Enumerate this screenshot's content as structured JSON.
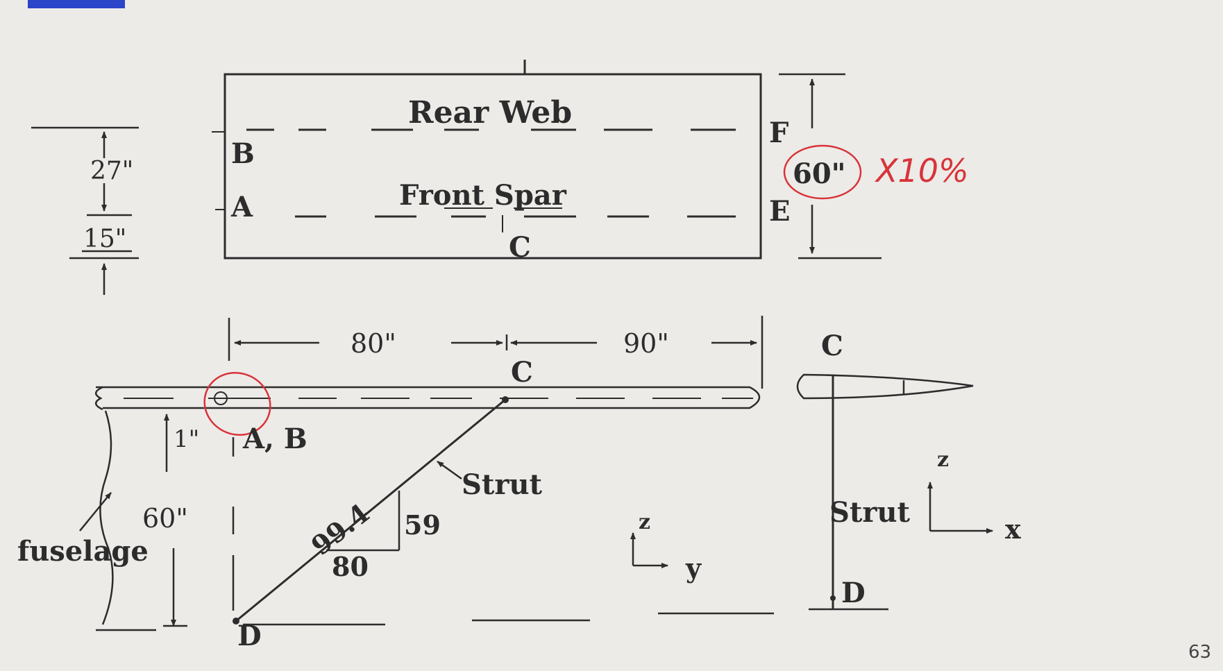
{
  "labels": {
    "rear_web": "Rear Web",
    "front_spar": "Front Spar",
    "dim_27": "27\"",
    "dim_15": "15\"",
    "dim_60_wing": "60\"",
    "dim_80": "80\"",
    "dim_90": "90\"",
    "dim_1": "1\"",
    "dim_60_height": "60\"",
    "triangle_hyp": "99.4",
    "triangle_vert": "59",
    "triangle_base": "80",
    "strut": "Strut",
    "strut_front": "Strut",
    "fuselage": "fuselage",
    "ab": "A, B"
  },
  "points": {
    "A": "A",
    "B": "B",
    "C_top": "C",
    "C_side": "C",
    "C_front": "C",
    "D_side": "D",
    "D_front": "D",
    "E": "E",
    "F": "F"
  },
  "axes": {
    "side": {
      "vertical": "z",
      "horizontal": "y"
    },
    "front": {
      "vertical": "z",
      "horizontal": "x"
    }
  },
  "annotation": {
    "text": "X10%",
    "color": "#d8343a"
  },
  "page_number": "63",
  "colors": {
    "ink": "#2c2c2c",
    "paper": "#ecebe8",
    "annotation": "#d8343a"
  }
}
